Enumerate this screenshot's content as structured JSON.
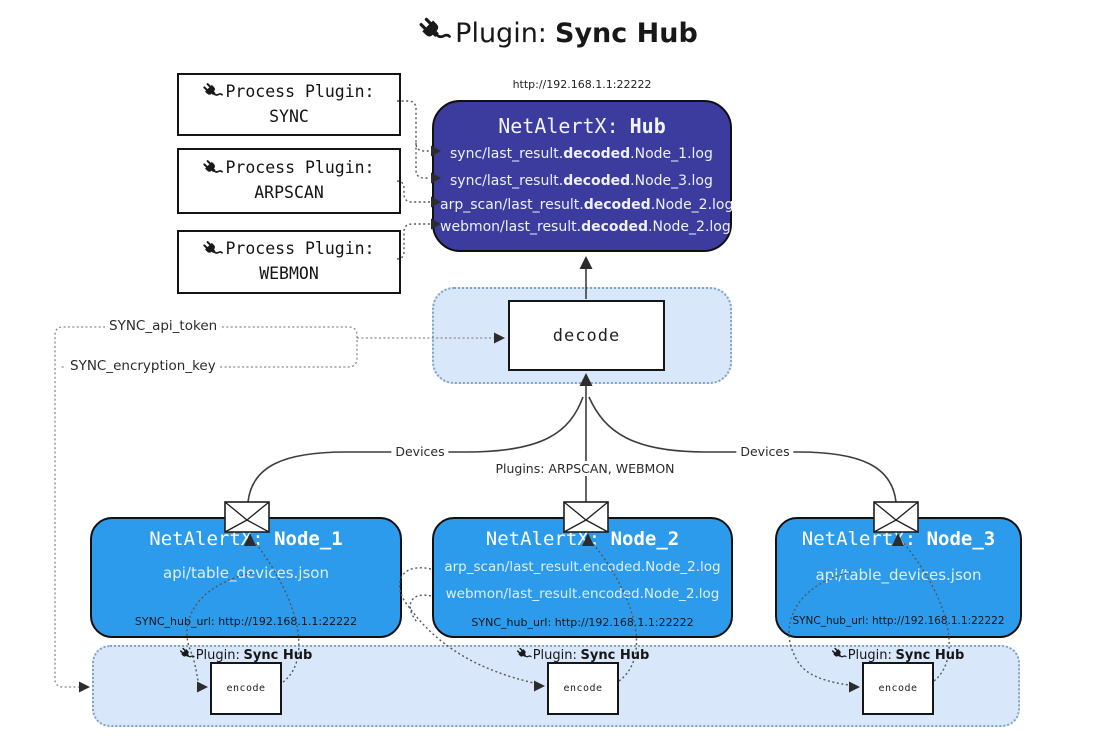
{
  "title": {
    "prefix": "Plugin:",
    "name": "Sync Hub"
  },
  "hub": {
    "url": "http://192.168.1.1:22222",
    "name_prefix": "NetAlertX:",
    "name": "Hub",
    "files": [
      {
        "pre": "sync/last_result.",
        "mid": "decoded",
        "post": ".Node_1.log"
      },
      {
        "pre": "sync/last_result.",
        "mid": "decoded",
        "post": ".Node_3.log"
      },
      {
        "pre": "arp_scan/last_result.",
        "mid": "decoded",
        "post": ".Node_2.log"
      },
      {
        "pre": "webmon/last_result.",
        "mid": "decoded",
        "post": ".Node_2.log"
      }
    ]
  },
  "process_plugins": [
    {
      "label": "Process Plugin:",
      "name": "SYNC"
    },
    {
      "label": "Process Plugin:",
      "name": "ARPSCAN"
    },
    {
      "label": "Process Plugin:",
      "name": "WEBMON"
    }
  ],
  "decode": {
    "label": "decode"
  },
  "secrets": {
    "api_token": "SYNC_api_token",
    "encryption_key": "SYNC_encryption_key"
  },
  "edges": {
    "devices_left": "Devices",
    "devices_right": "Devices",
    "plugins_center": "Plugins: ARPSCAN, WEBMON"
  },
  "nodes": [
    {
      "name_prefix": "NetAlertX:",
      "name": "Node_1",
      "files": [
        "api/table_devices.json"
      ],
      "hub_url": "SYNC_hub_url: http://192.168.1.1:22222"
    },
    {
      "name_prefix": "NetAlertX:",
      "name": "Node_2",
      "files": [
        "arp_scan/last_result.encoded.Node_2.log",
        "webmon/last_result.encoded.Node_2.log"
      ],
      "hub_url": "SYNC_hub_url: http://192.168.1.1:22222"
    },
    {
      "name_prefix": "NetAlertX:",
      "name": "Node_3",
      "files": [
        "api/table_devices.json"
      ],
      "hub_url": "SYNC_hub_url: http://192.168.1.1:22222"
    }
  ],
  "encoders": [
    {
      "label": "Plugin:",
      "name": "Sync Hub",
      "box": "encode"
    },
    {
      "label": "Plugin:",
      "name": "Sync Hub",
      "box": "encode"
    },
    {
      "label": "Plugin:",
      "name": "Sync Hub",
      "box": "encode"
    }
  ],
  "colors": {
    "hub_fill": "#3c3c9f",
    "node_fill": "#2d9beb",
    "panel_fill": "#d8e8fa",
    "panel_border": "#84a2c0"
  }
}
